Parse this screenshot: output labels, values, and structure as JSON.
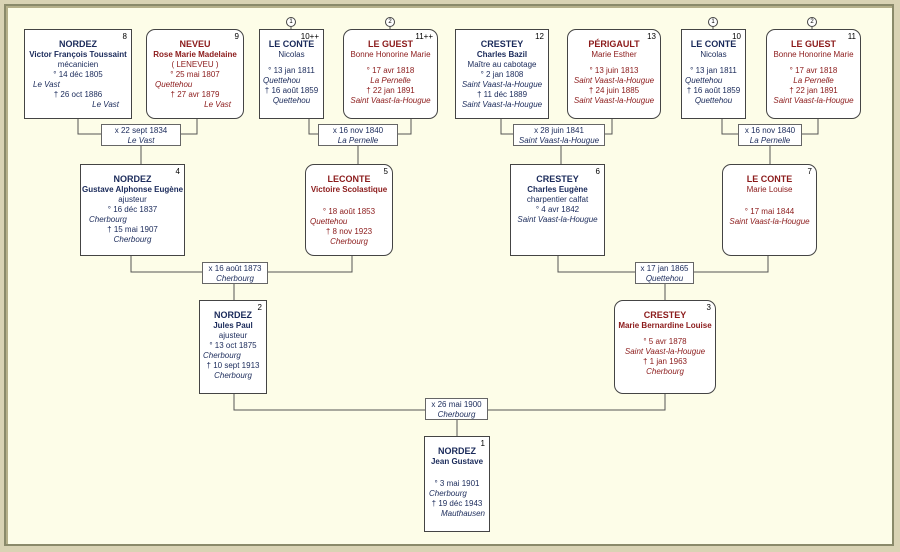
{
  "persons": {
    "p8": {
      "num": "8",
      "surname": "NORDEZ",
      "given": "Victor François Toussaint",
      "occ": "mécanicien",
      "birth": "° 14 déc 1805",
      "bplace": "Le Vast",
      "death": "† 26 oct 1886",
      "dplace": "Le Vast"
    },
    "p9": {
      "num": "9",
      "surname": "NEVEU",
      "given": "Rose Marie Madelaine",
      "extra": "( LENEVEU )",
      "birth": "° 25 mai 1807",
      "bplace": "Quettehou",
      "death": "† 27 avr 1879",
      "dplace": "Le Vast"
    },
    "p10a": {
      "num": "10++",
      "surname": "LE CONTE",
      "given": "Nicolas",
      "birth": "° 13 jan 1811",
      "bplace": "Quettehou",
      "death": "† 16 août 1859",
      "dplace": "Quettehou"
    },
    "p11a": {
      "num": "11++",
      "surname": "LE GUEST",
      "given": "Bonne Honorine Marie",
      "birth": "° 17 avr 1818",
      "bplace": "La Pernelle",
      "death": "† 22 jan 1891",
      "dplace": "Saint Vaast-la-Hougue"
    },
    "p12": {
      "num": "12",
      "surname": "CRESTEY",
      "given": "Charles Bazil",
      "occ": "Maître au cabotage",
      "birth": "° 2 jan 1808",
      "bplace": "Saint Vaast-la-Hougue",
      "death": "† 11 déc 1889",
      "dplace": "Saint Vaast-la-Hougue"
    },
    "p13": {
      "num": "13",
      "surname": "PÉRIGAULT",
      "given": "Marie Esther",
      "birth": "° 13 juin 1813",
      "bplace": "Saint Vaast-la-Hougue",
      "death": "† 24 juin 1885",
      "dplace": "Saint Vaast-la-Hougue"
    },
    "p10b": {
      "num": "10",
      "surname": "LE CONTE",
      "given": "Nicolas",
      "birth": "° 13 jan 1811",
      "bplace": "Quettehou",
      "death": "† 16 août 1859",
      "dplace": "Quettehou"
    },
    "p11b": {
      "num": "11",
      "surname": "LE GUEST",
      "given": "Bonne Honorine Marie",
      "birth": "° 17 avr 1818",
      "bplace": "La Pernelle",
      "death": "† 22 jan 1891",
      "dplace": "Saint Vaast-la-Hougue"
    },
    "p4": {
      "num": "4",
      "surname": "NORDEZ",
      "given": "Gustave Alphonse Eugène",
      "occ": "ajusteur",
      "birth": "° 16 déc 1837",
      "bplace": "Cherbourg",
      "death": "† 15 mai 1907",
      "dplace": "Cherbourg"
    },
    "p5": {
      "num": "5",
      "surname": "LECONTE",
      "given": "Victoire Scolastique",
      "birth": "° 18 août 1853",
      "bplace": "Quettehou",
      "death": "† 8 nov 1923",
      "dplace": "Cherbourg"
    },
    "p6": {
      "num": "6",
      "surname": "CRESTEY",
      "given": "Charles Eugène",
      "occ": "charpentier calfat",
      "birth": "° 4 avr 1842",
      "bplace": "Saint Vaast-la-Hougue"
    },
    "p7": {
      "num": "7",
      "surname": "LE CONTE",
      "given": "Marie Louise",
      "birth": "° 17 mai 1844",
      "bplace": "Saint Vaast-la-Hougue"
    },
    "p2": {
      "num": "2",
      "surname": "NORDEZ",
      "given": "Jules Paul",
      "occ": "ajusteur",
      "birth": "° 13 oct 1875",
      "bplace": "Cherbourg",
      "death": "† 10 sept 1913",
      "dplace": "Cherbourg"
    },
    "p3": {
      "num": "3",
      "surname": "CRESTEY",
      "given": "Marie Bernardine Louise",
      "birth": "° 5 avr 1878",
      "bplace": "Saint Vaast-la-Hougue",
      "death": "† 1 jan 1963",
      "dplace": "Cherbourg"
    },
    "p1": {
      "num": "1",
      "surname": "NORDEZ",
      "given": "Jean Gustave",
      "birth": "° 3 mai 1901",
      "bplace": "Cherbourg",
      "death": "† 19 déc 1943",
      "dplace": "Mauthausen"
    }
  },
  "marriages": {
    "m89": {
      "date": "x 22 sept 1834",
      "place": "Le Vast"
    },
    "m1011": {
      "date": "x 16 nov 1840",
      "place": "La Pernelle"
    },
    "m1213": {
      "date": "x 28 juin 1841",
      "place": "Saint Vaast-la-Hougue"
    },
    "m1011b": {
      "date": "x 16 nov 1840",
      "place": "La Pernelle"
    },
    "m45": {
      "date": "x 16 août 1873",
      "place": "Cherbourg"
    },
    "m67": {
      "date": "x 17 jan 1865",
      "place": "Quettehou"
    },
    "m23": {
      "date": "x 26 mai 1900",
      "place": "Cherbourg"
    }
  },
  "markers": {
    "a": "1",
    "b": "2",
    "c": "1",
    "d": "2"
  }
}
